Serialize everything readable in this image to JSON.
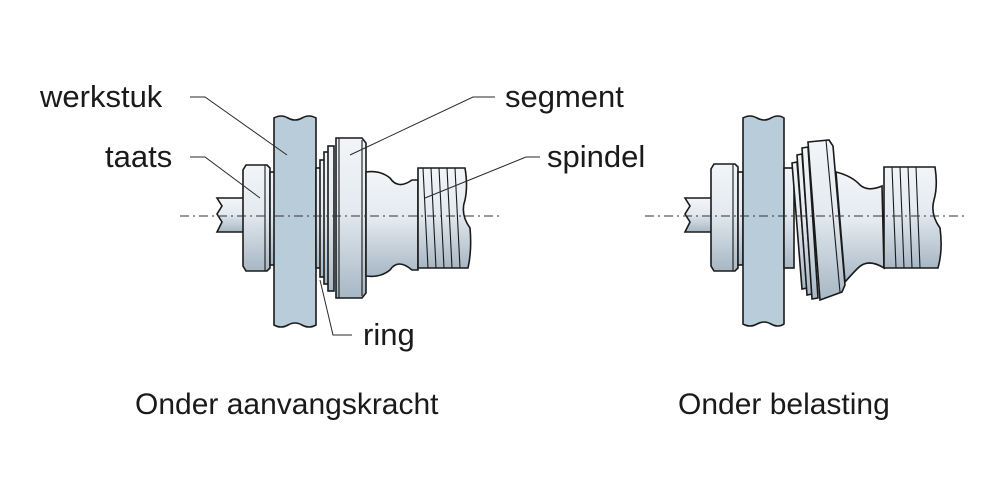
{
  "labels": {
    "werkstuk": "werkstuk",
    "taats": "taats",
    "segment": "segment",
    "spindel": "spindel",
    "ring": "ring"
  },
  "captions": {
    "left": "Onder aanvangskracht",
    "right": "Onder belasting"
  },
  "colors": {
    "workpiece": "#b8cdd9",
    "metal_light": "#eef2f6",
    "metal_dark": "#a9b9c6",
    "outline": "#1a1a1a"
  }
}
